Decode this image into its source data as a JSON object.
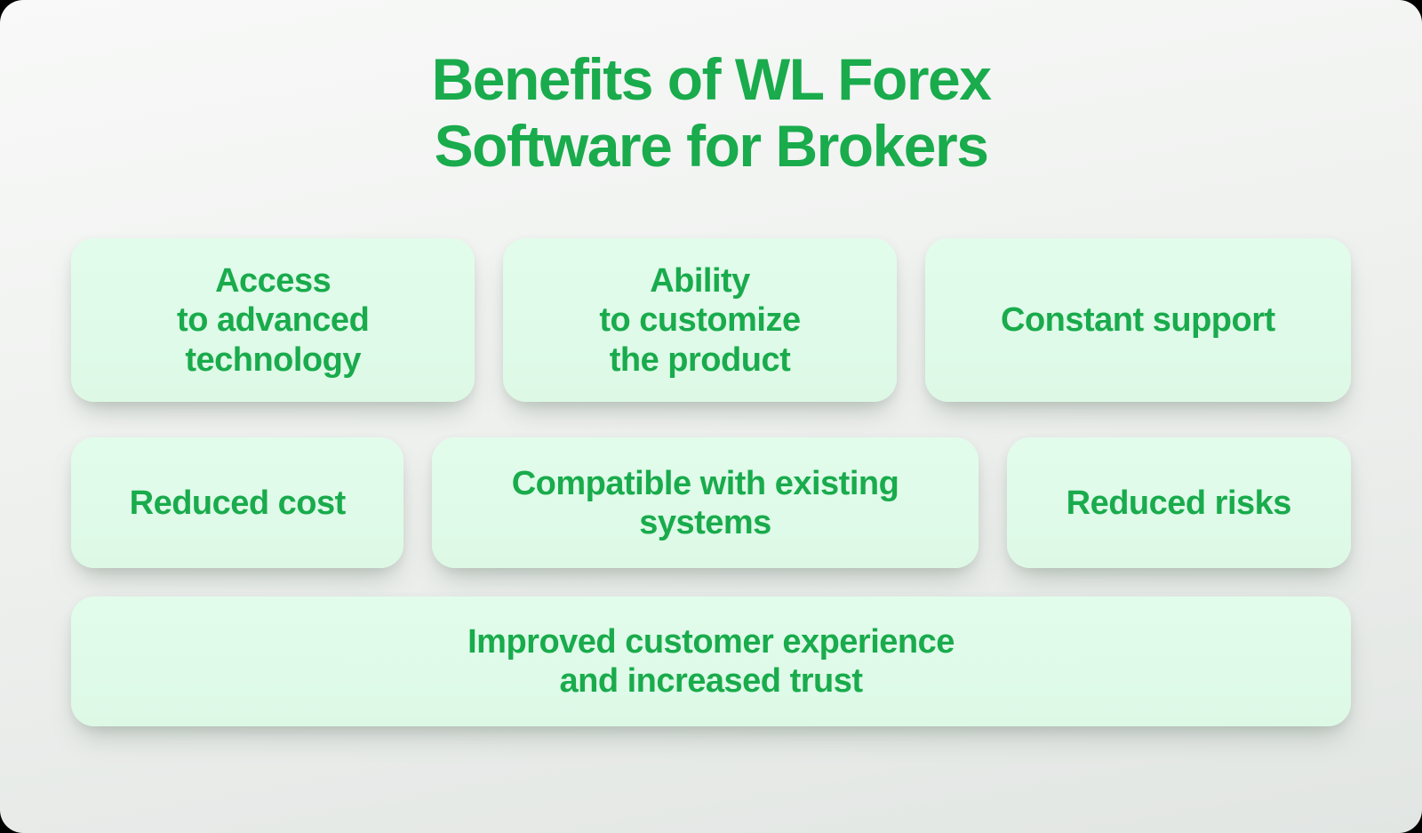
{
  "page": {
    "title": "Benefits of WL Forex\nSoftware for Brokers"
  },
  "colors": {
    "accent_green": "#19ab4c",
    "card_background": "#dff9e7",
    "page_background_top": "#f8f9f8",
    "page_background_bottom": "#e2e6e3"
  },
  "benefits": {
    "rows": [
      {
        "cards": [
          {
            "label": "Access\nto advanced\ntechnology"
          },
          {
            "label": "Ability\nto customize\nthe product"
          },
          {
            "label": "Constant support"
          }
        ]
      },
      {
        "cards": [
          {
            "label": "Reduced cost"
          },
          {
            "label": "Compatible with existing\nsystems"
          },
          {
            "label": "Reduced risks"
          }
        ]
      },
      {
        "cards": [
          {
            "label": "Improved customer experience\nand increased trust"
          }
        ]
      }
    ]
  }
}
